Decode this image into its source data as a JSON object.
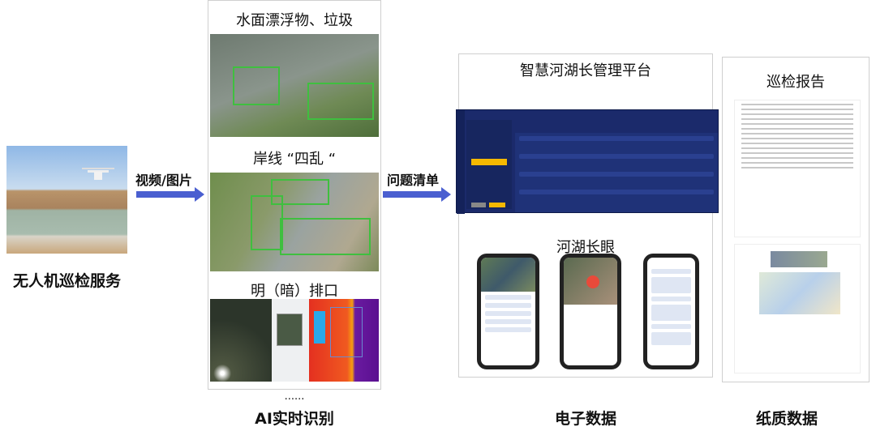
{
  "left": {
    "caption": "无人机巡检服务",
    "arrow_label": "视频/图片"
  },
  "middle": {
    "sections": [
      {
        "title": "水面漂浮物、垃圾"
      },
      {
        "title": "岸线 “四乱 “"
      },
      {
        "title": "明（暗）排口"
      }
    ],
    "ellipsis": "......",
    "caption": "AI实时识别",
    "arrow_label": "问题清单"
  },
  "electronic": {
    "platform_title": "智慧河湖长管理平台",
    "app_title": "河湖长眼",
    "caption": "电子数据"
  },
  "paper": {
    "title": "巡检报告",
    "caption": "纸质数据"
  },
  "colors": {
    "arrow": "#4a5fd0",
    "dashboard": "#1b2a6b",
    "detect_box": "#3fbf3f",
    "accent": "#f5b800"
  }
}
